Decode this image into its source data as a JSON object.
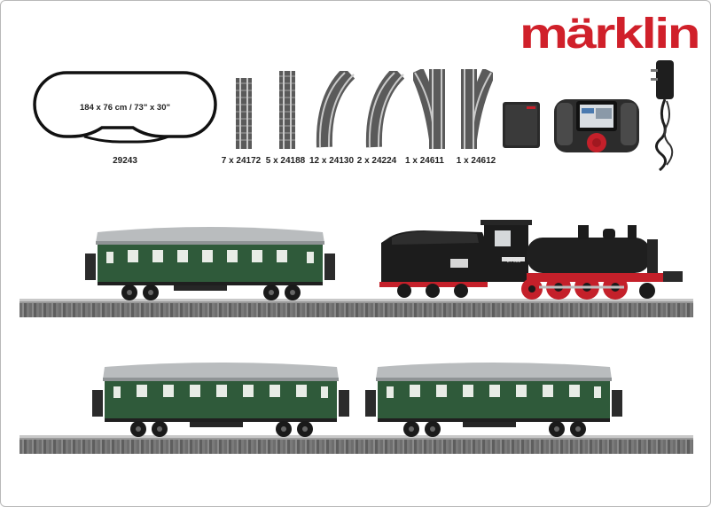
{
  "brand": {
    "logo_text": "märklin",
    "logo_color": "#d0202a"
  },
  "track_plan": {
    "dimensions": "184 x 76 cm / 73\" x 30\"",
    "item_number": "29243"
  },
  "components": [
    {
      "label": "7 x 24172",
      "icon": "straight-track"
    },
    {
      "label": "5 x 24188",
      "icon": "straight-track"
    },
    {
      "label": "12 x 24130",
      "icon": "curved-track"
    },
    {
      "label": "2 x 24224",
      "icon": "curved-track"
    },
    {
      "label": "1 x 24611",
      "icon": "left-switch"
    },
    {
      "label": "1 x 24612",
      "icon": "right-switch"
    },
    {
      "label": "",
      "icon": "connector-box"
    },
    {
      "label": "",
      "icon": "mobile-station-controller"
    },
    {
      "label": "",
      "icon": "power-supply"
    }
  ],
  "colors": {
    "coach_green": "#2f5a3a",
    "locomotive_black": "#1c1c1c",
    "wheel_red": "#c4202a",
    "roof_grey": "#b9bcbe"
  },
  "locomotive": {
    "number_plate": "24 058"
  }
}
